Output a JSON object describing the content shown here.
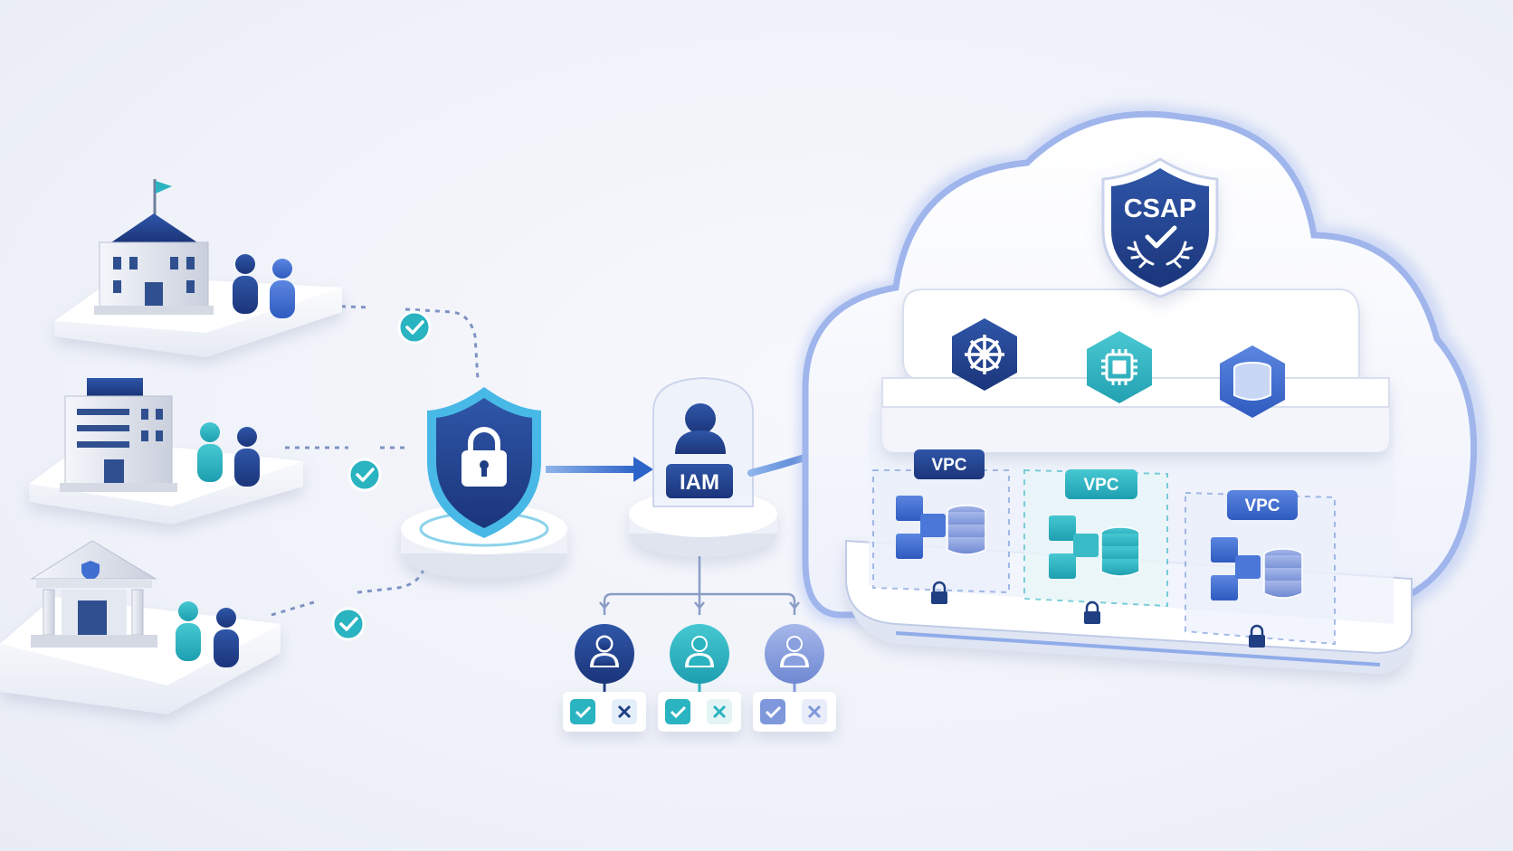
{
  "colors": {
    "navy": "#1f3f82",
    "blue": "#3f6fd0",
    "teal": "#2ab3c0",
    "periwinkle": "#7f98dc",
    "platform": "#ffffff",
    "dashed": "#7e93c3"
  },
  "gateway": {
    "icon": "shield-lock-icon"
  },
  "iam": {
    "label": "IAM",
    "icon": "user-icon"
  },
  "cloud": {
    "badge": "CSAP",
    "badge_icon": "shield-check-laurel-icon",
    "services": [
      {
        "icon": "kubernetes-wheel-icon"
      },
      {
        "icon": "cpu-chip-icon"
      },
      {
        "icon": "database-icon"
      }
    ],
    "vpcs": [
      {
        "label": "VPC",
        "lock_icon": "padlock-icon"
      },
      {
        "label": "VPC",
        "lock_icon": "padlock-icon"
      },
      {
        "label": "VPC",
        "lock_icon": "padlock-icon"
      }
    ]
  },
  "organizations": [
    {
      "icon": "government-building-flag-icon",
      "connection": "check-icon"
    },
    {
      "icon": "office-building-icon",
      "connection": "check-icon"
    },
    {
      "icon": "bank-building-icon",
      "connection": "check-icon"
    }
  ],
  "roles": [
    {
      "icon": "user-icon",
      "allow": "check-icon",
      "deny": "x-icon"
    },
    {
      "icon": "user-icon",
      "allow": "check-icon",
      "deny": "x-icon"
    },
    {
      "icon": "user-icon",
      "allow": "check-icon",
      "deny": "x-icon"
    }
  ]
}
